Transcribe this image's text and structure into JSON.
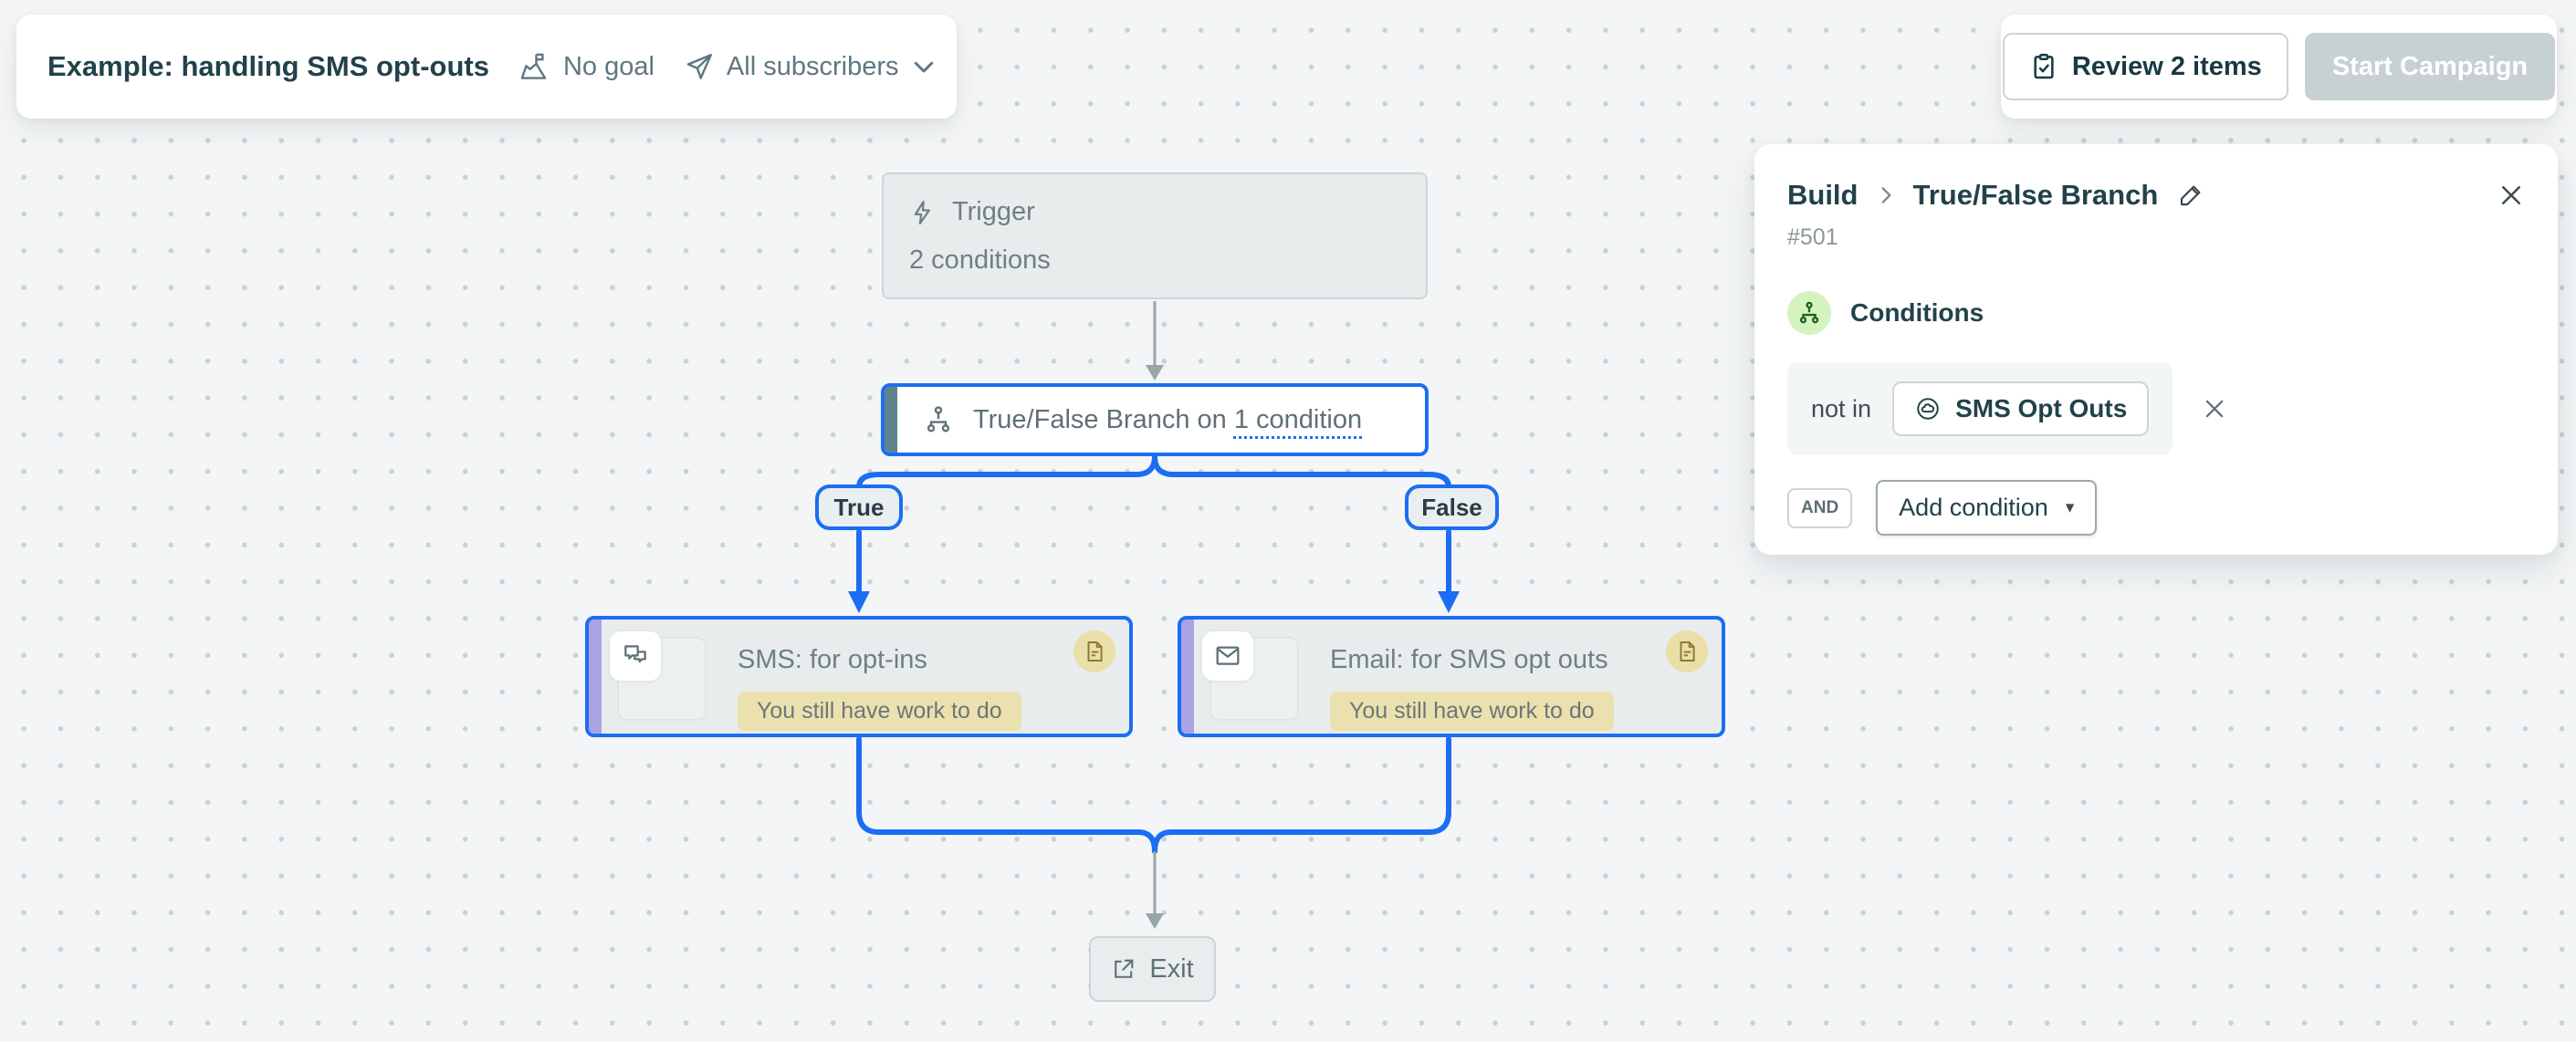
{
  "header": {
    "title": "Example: handling SMS opt-outs",
    "goal": "No goal",
    "audience": "All subscribers"
  },
  "toolbar": {
    "review": "Review 2 items",
    "start": "Start Campaign"
  },
  "canvas": {
    "trigger": {
      "title": "Trigger",
      "subtitle": "2 conditions"
    },
    "branch": {
      "prefix": "True/False Branch on ",
      "condition_link": "1 condition"
    },
    "branch_true": "True",
    "branch_false": "False",
    "sms": {
      "title": "SMS: for opt-ins",
      "status": "You still have work to do"
    },
    "email": {
      "title": "Email: for SMS opt outs",
      "status": "You still have work to do"
    },
    "exit": "Exit"
  },
  "panel": {
    "breadcrumb_root": "Build",
    "breadcrumb_current": "True/False Branch",
    "node_id": "#501",
    "section": "Conditions",
    "operator": "not in",
    "segment": "SMS Opt Outs",
    "logic": "AND",
    "add_condition": "Add condition",
    "caret": "▾"
  },
  "icons": {
    "goal": "mountain-flag-icon",
    "audience": "paper-plane-icon",
    "review": "clipboard-check-icon",
    "trigger": "lightning-bolt-icon",
    "branch": "hierarchy-icon",
    "sms": "chat-bubbles-icon",
    "email": "envelope-icon",
    "draft_warning": "document-icon",
    "exit": "external-link-icon",
    "segment": "segment-cloud-icon",
    "edit": "pencil-icon",
    "close": "x-icon"
  },
  "colors": {
    "accent_blue": "#1b6ef3",
    "teal_accent": "#5d828c",
    "purple_accent": "#aaa3e4",
    "warning_badge_bg": "#ebe1ae",
    "draft_badge_bg": "#eadfa9",
    "disabled_button": "#c7d1d3",
    "dark_text": "#22424a",
    "muted_text": "#6d8087",
    "green_badge_bg": "#d5f3bf",
    "green_icon": "#1d6317",
    "canvas_bg": "#f3f5f6"
  }
}
